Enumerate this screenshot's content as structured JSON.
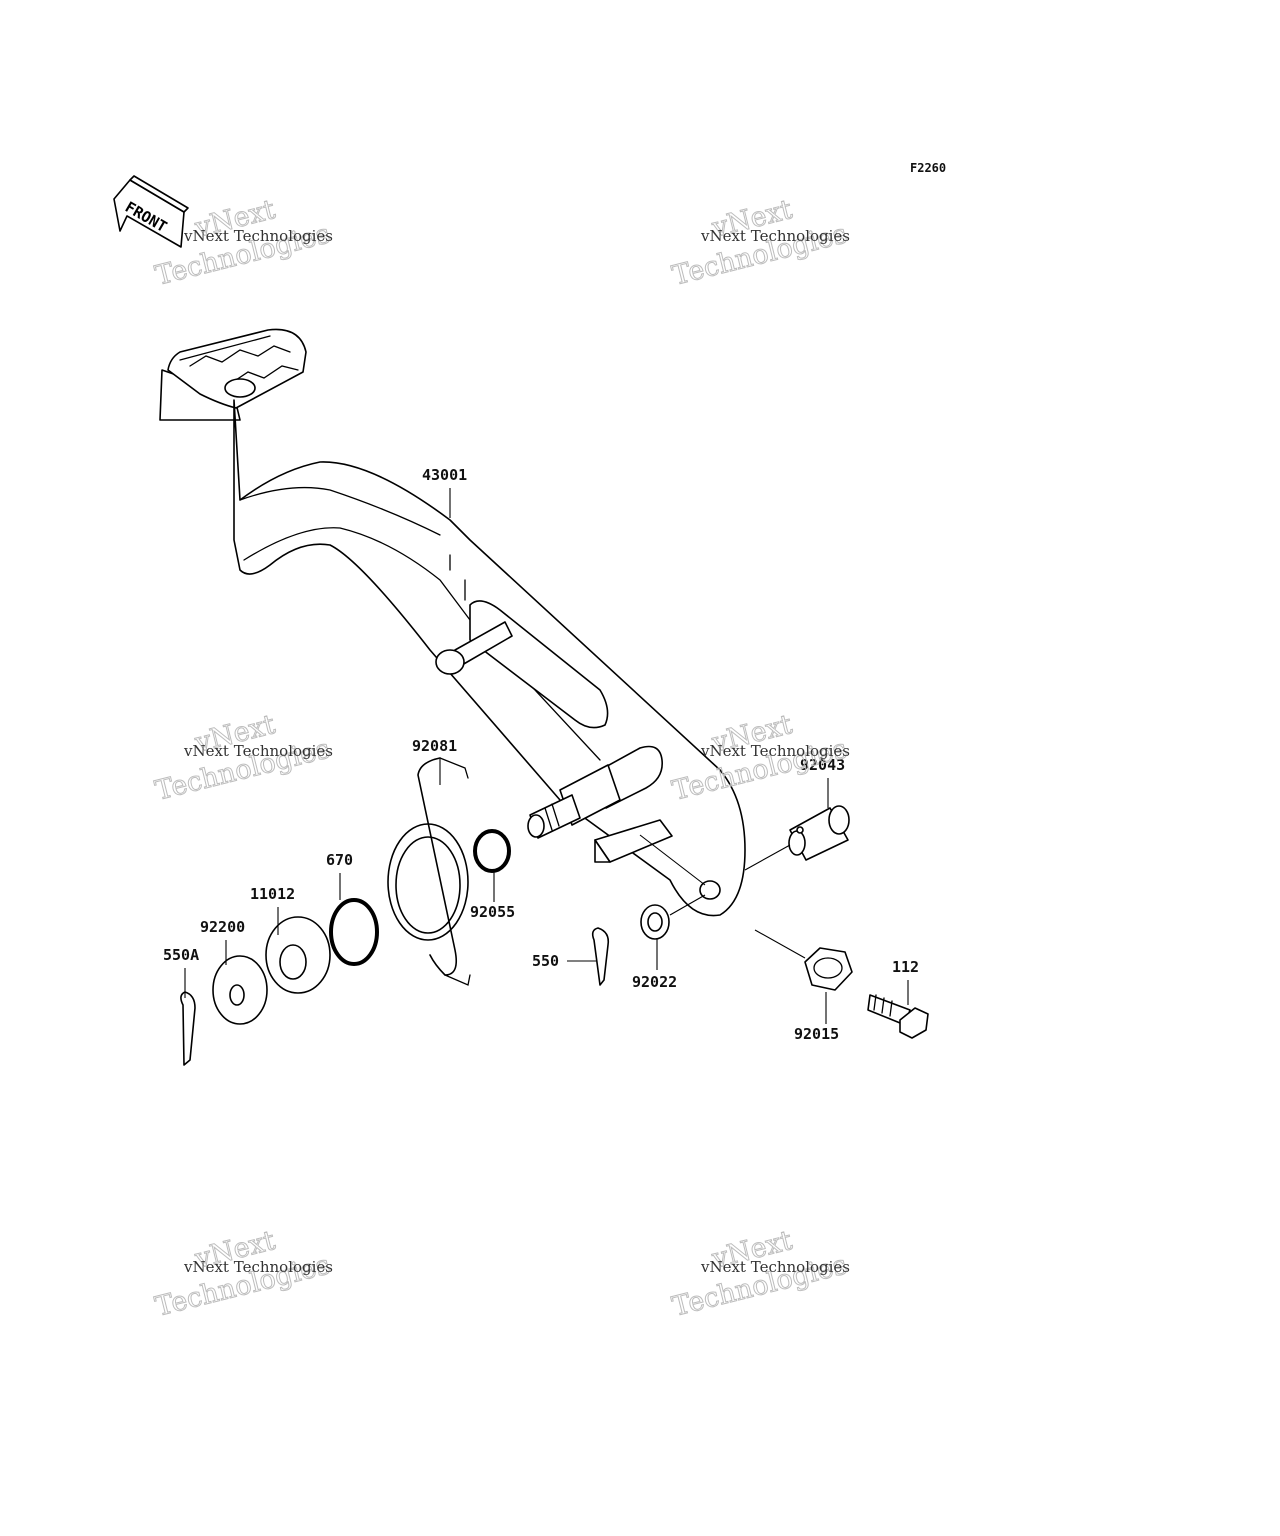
{
  "diagram": {
    "code": "F2260",
    "direction_label": "FRONT",
    "watermark": {
      "line1": "vNext Technologies",
      "big1": "vNext",
      "big2": "Technologies"
    },
    "callouts": {
      "c43001": "43001",
      "c92081": "92081",
      "c92043": "92043",
      "c670": "670",
      "c11012": "11012",
      "c92200": "92200",
      "c550A": "550A",
      "c92055": "92055",
      "c550": "550",
      "c92022": "92022",
      "c112": "112",
      "c92015": "92015"
    }
  }
}
